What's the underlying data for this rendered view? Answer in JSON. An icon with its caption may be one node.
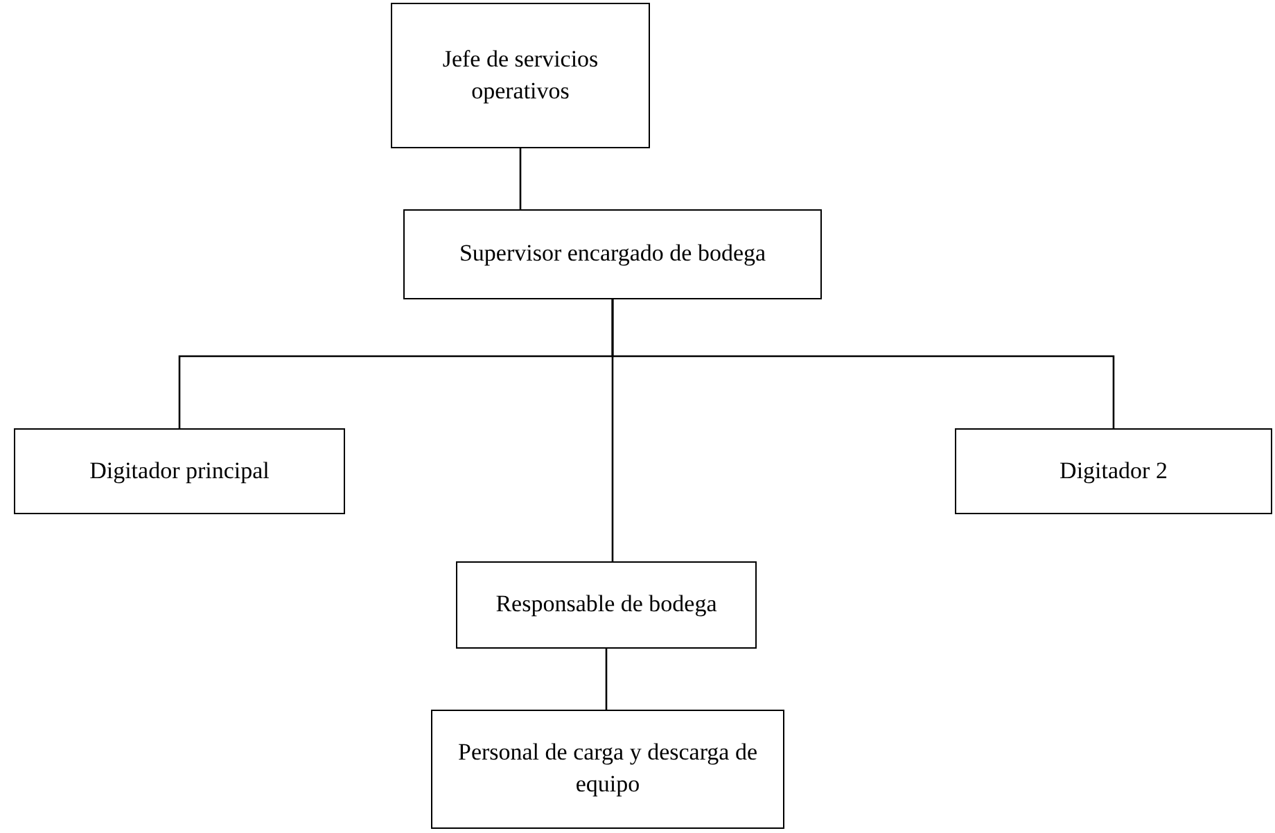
{
  "diagram": {
    "nodes": [
      {
        "text": [
          "Jefe de servicios operativos"
        ]
      },
      {
        "text": [
          "Supervisor encargado de bodega"
        ]
      },
      {
        "text": [
          "Digitador principal"
        ]
      },
      {
        "text": [
          "Digitador 2"
        ]
      },
      {
        "text": [
          "Responsable de bodega"
        ]
      },
      {
        "text": [
          "Personal de carga y descarga de equipo"
        ]
      }
    ],
    "edges": [
      {
        "from": 0,
        "to": 1,
        "arrow": "none"
      },
      {
        "from": 1,
        "to": 2,
        "arrow": "none"
      },
      {
        "from": 1,
        "to": 3,
        "arrow": "none"
      },
      {
        "from": 1,
        "to": 4,
        "arrow": "none"
      },
      {
        "from": 4,
        "to": 5,
        "arrow": "none"
      }
    ]
  }
}
